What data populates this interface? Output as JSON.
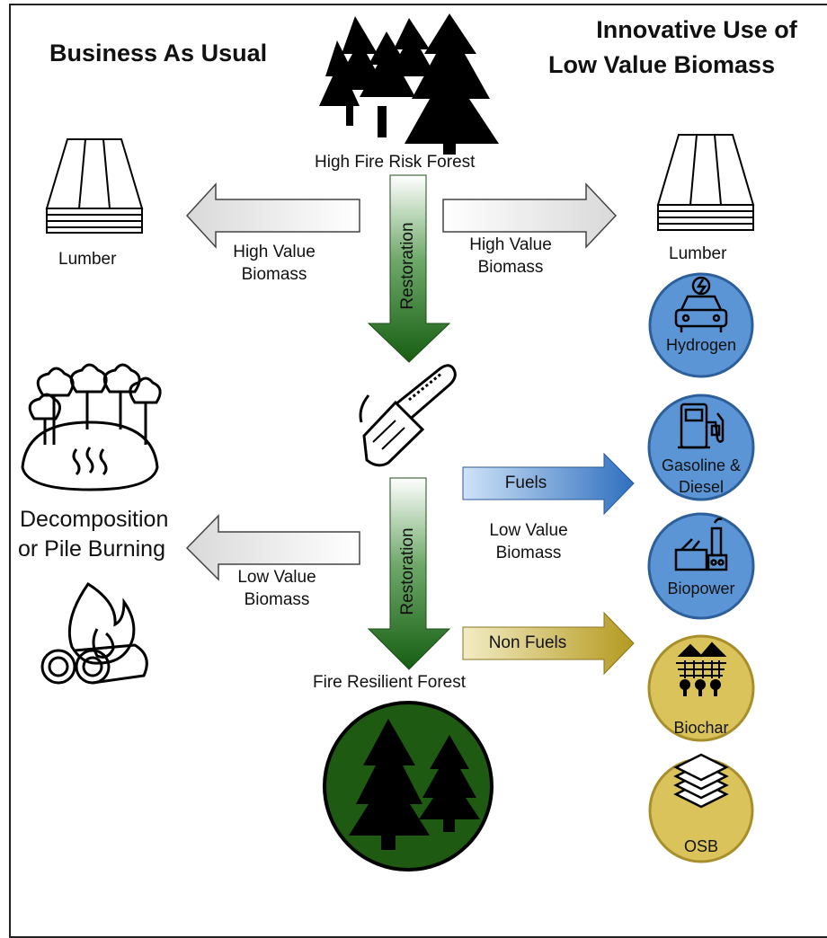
{
  "titles": {
    "left": "Business As Usual",
    "right_line1": "Innovative Use of",
    "right_line2": "Low Value Biomass"
  },
  "center": {
    "top_forest": "High Fire Risk Forest",
    "restoration_top": "Restoration",
    "restoration_bottom": "Restoration",
    "bottom_forest": "Fire Resilient Forest"
  },
  "left_side": {
    "lumber": "Lumber",
    "high_value_l1": "High Value",
    "high_value_l2": "Biomass",
    "decomp_l1": "Decomposition",
    "decomp_l2": "or Pile Burning",
    "low_value_l1": "Low Value",
    "low_value_l2": "Biomass"
  },
  "right_side": {
    "lumber": "Lumber",
    "high_value_l1": "High Value",
    "high_value_l2": "Biomass",
    "fuels": "Fuels",
    "non_fuels": "Non Fuels",
    "low_value_l1": "Low Value",
    "low_value_l2": "Biomass"
  },
  "products": {
    "hydrogen": "Hydrogen",
    "gasoline_l1": "Gasoline &",
    "gasoline_l2": "Diesel",
    "biopower": "Biopower",
    "biochar": "Biochar",
    "osb": "OSB"
  },
  "colors": {
    "fuel_blue": "#5b95d6",
    "nonfuel_gold": "#d9c35a",
    "restoration_green": "#1e6a1a",
    "forest_circle": "#1e5a12"
  },
  "icons": [
    "pine-trees-icon",
    "lumber-stack-icon",
    "chainsaw-icon",
    "decomposing-trees-icon",
    "campfire-icon",
    "hydrogen-car-icon",
    "fuel-pump-icon",
    "power-plant-icon",
    "biochar-field-icon",
    "osb-layers-icon",
    "forest-circle-icon"
  ]
}
